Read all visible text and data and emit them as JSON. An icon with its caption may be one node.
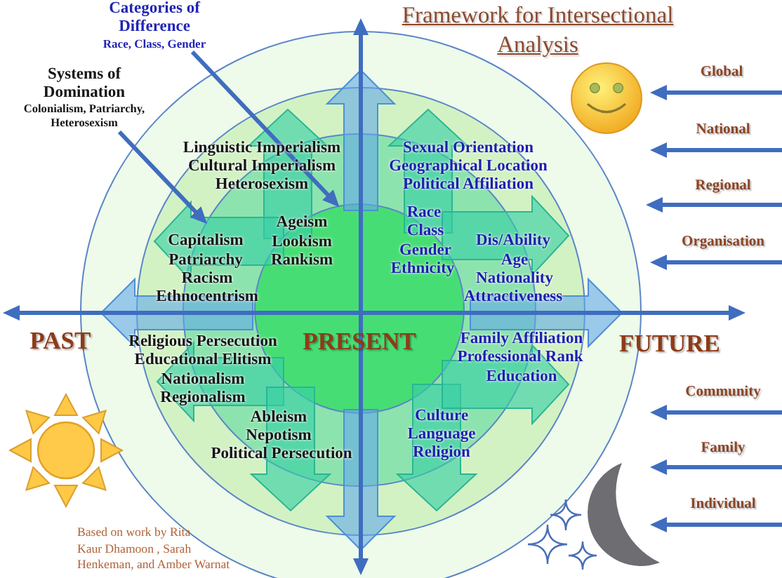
{
  "diagram": {
    "title": "Framework for Intersectional Analysis",
    "nodes": [
      {
        "text": [
          "Categories of Difference",
          "Race, Class, Gender"
        ]
      },
      {
        "text": [
          "Systems of Domination",
          "Colonialism, Patriarchy, Heterosexism"
        ]
      },
      {
        "text": [],
        "shape": "circle"
      },
      {
        "text": [],
        "shape": "circle",
        "in": 2
      },
      {
        "text": [
          "Linguistic Imperialism",
          "Cultural Imperialism",
          "Heterosexism",
          "Sexual Orientation",
          "Geographical Location",
          "Political Affiliation",
          "Capitalism",
          "Patriarchy",
          "Racism",
          "Ethnocentrism",
          "Dis/Ability",
          "Age",
          "Nationality",
          "Attractiveness",
          "Religious Persecution",
          "Educational Elitism",
          "Nationalism",
          "Regionalism",
          "Family Affiliation",
          "Professional Rank",
          "Education",
          "Ableism",
          "Nepotism",
          "Political Persecution",
          "Culture",
          "Language",
          "Religion"
        ],
        "in": 3
      },
      {
        "text": [
          "Ageism",
          "Lookism",
          "Rankism",
          "Race",
          "Class",
          "Gender",
          "Ethnicity",
          "PRESENT"
        ],
        "in": 4
      }
    ],
    "edges": [
      {
        "from": 0,
        "to": 5,
        "arrow": "to"
      },
      {
        "from": 1,
        "to": 4,
        "arrow": "to"
      }
    ],
    "labels": [
      "Global",
      "National",
      "Regional",
      "Organisation",
      "PAST",
      "FUTURE",
      "Community",
      "Family",
      "Individual",
      "Based on work by Rita Kaur Dhamoon , Sarah Henkeman, and Amber Warnat"
    ]
  }
}
